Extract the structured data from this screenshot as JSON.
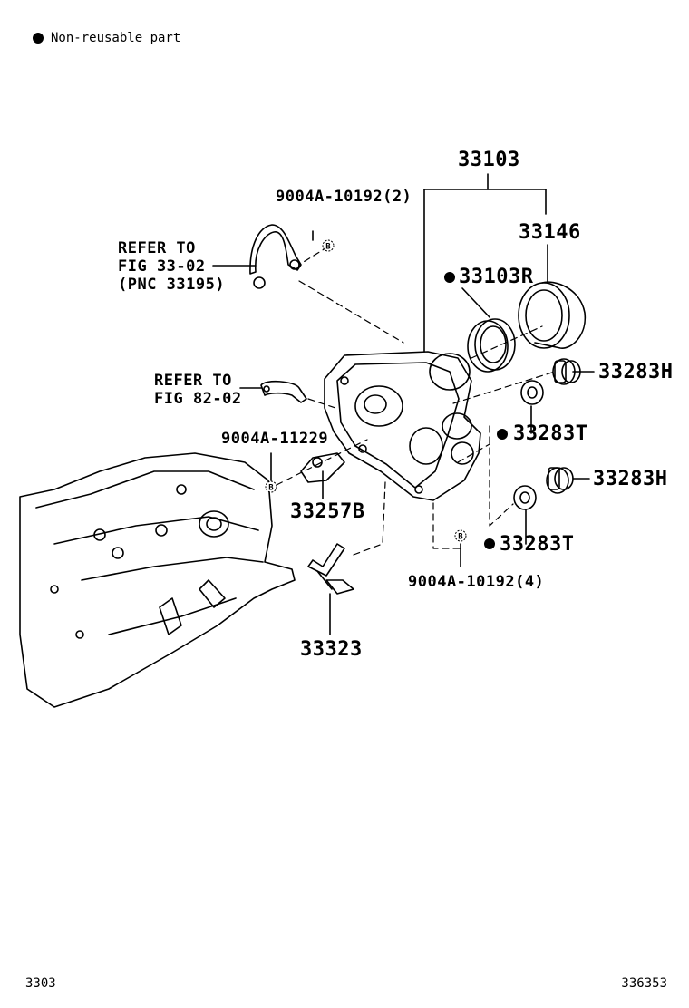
{
  "legend": {
    "text": "Non-reusable part"
  },
  "parts": {
    "p33103": "33103",
    "p33146": "33146",
    "p33103R": "33103R",
    "p33283H_a": "33283H",
    "p33283T_a": "33283T",
    "p33283H_b": "33283H",
    "p33283T_b": "33283T",
    "p33257B": "33257B",
    "p33323": "33323",
    "bolt_top": "9004A-10192(2)",
    "bolt_mid": "9004A-11229",
    "bolt_bottom": "9004A-10192(4)"
  },
  "refs": {
    "ref1_line1": "REFER TO",
    "ref1_line2": "FIG 33-02",
    "ref1_line3": "(PNC 33195)",
    "ref2_line1": "REFER TO",
    "ref2_line2": "FIG 82-02"
  },
  "bolt_marker": "B",
  "footer": {
    "left": "3303",
    "right": "336353"
  }
}
